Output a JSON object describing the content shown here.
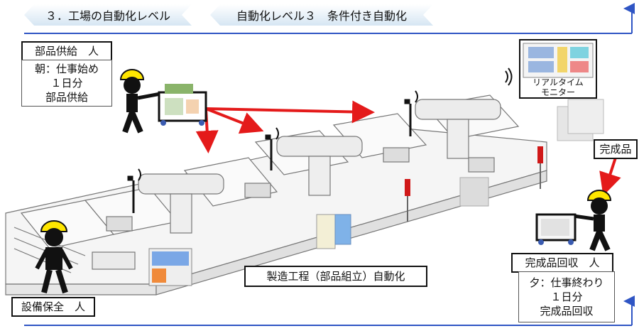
{
  "header": {
    "section_title": "３．工場の自動化レベル",
    "level_title": "自動化レベル３　条件付き自動化"
  },
  "supply": {
    "label": "部品供給　人",
    "note_lines": [
      "朝：仕事始め",
      "１日分",
      "部品供給"
    ]
  },
  "monitor": {
    "lines": [
      "リアルタイム",
      "モニター"
    ]
  },
  "finished_label": "完成品",
  "process_label": "製造工程（部品組立）自動化",
  "collect": {
    "label": "完成品回収　人",
    "note_lines": [
      "夕：仕事終わり",
      "１日分",
      "完成品回収"
    ]
  },
  "maintenance_label": "設備保全　人",
  "colors": {
    "accent_blue": "#2f55c4",
    "arrow_red": "#e41a1a",
    "helmet_yellow": "#ffe600",
    "ribbon_fill": "#d6e6f3"
  }
}
